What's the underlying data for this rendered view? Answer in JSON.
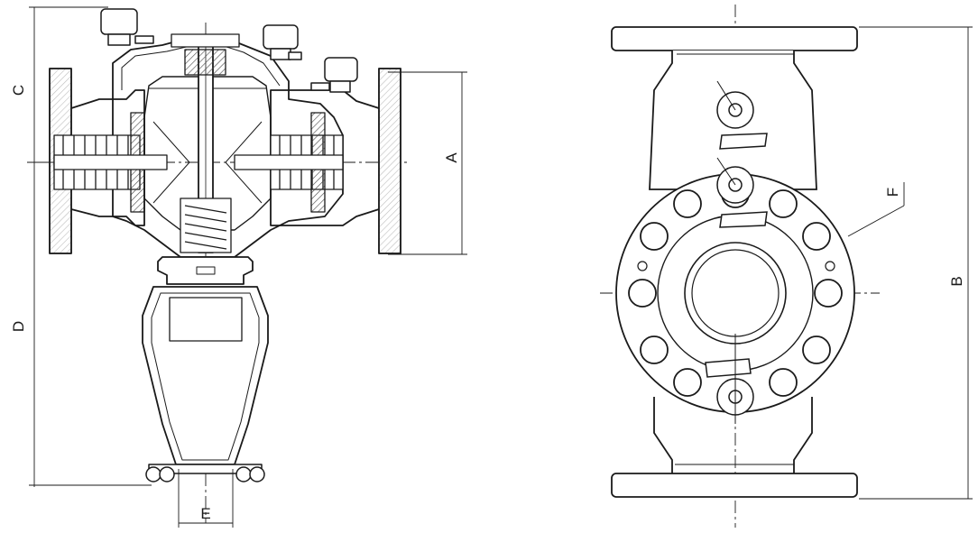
{
  "dimensions": {
    "A": "A",
    "B": "B",
    "C": "C",
    "D": "D",
    "E": "E",
    "F": "F"
  },
  "colors": {
    "line": "#1a1a1a",
    "fill": "#ffffff",
    "hatch": "#555555"
  }
}
